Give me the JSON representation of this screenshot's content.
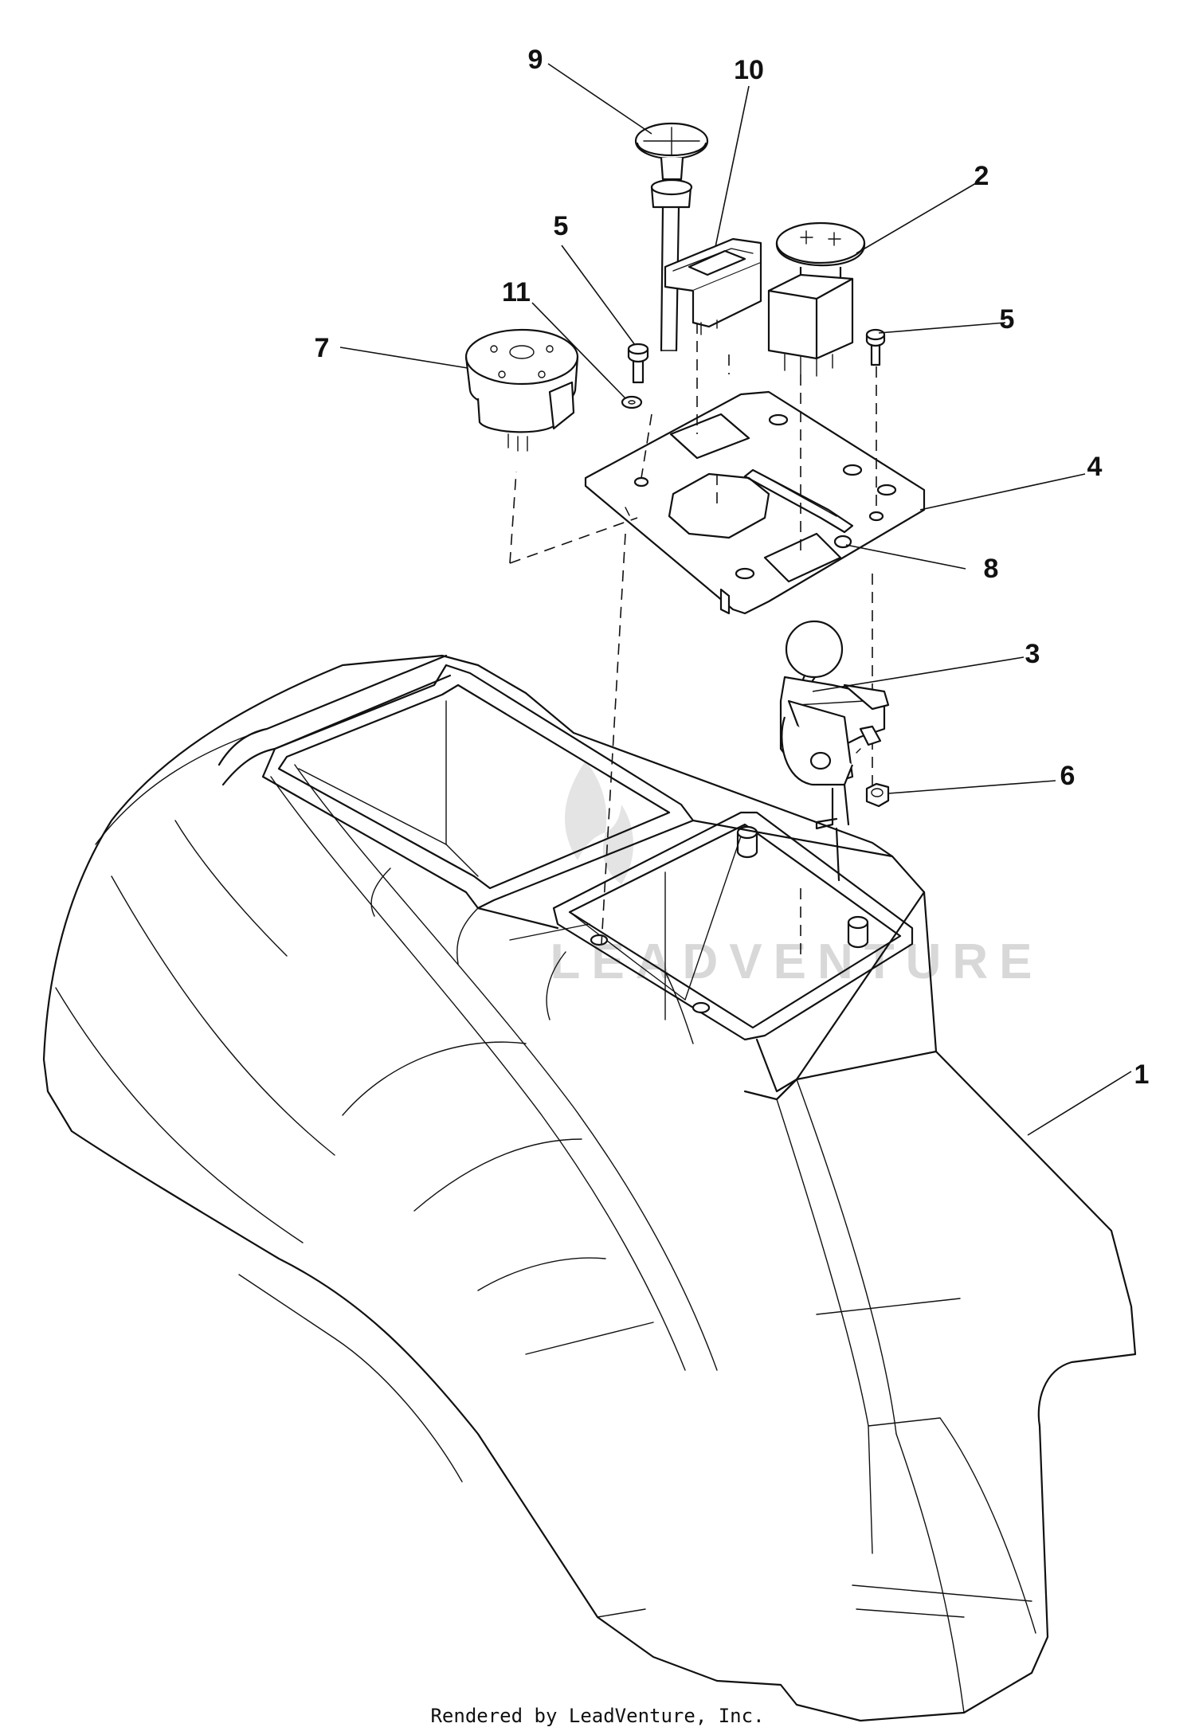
{
  "watermark": {
    "text": "LEADVENTURE"
  },
  "callouts": [
    {
      "label": "1",
      "part": "console-body"
    },
    {
      "label": "2",
      "part": "pto-switch"
    },
    {
      "label": "3",
      "part": "throttle-lever"
    },
    {
      "label": "4",
      "part": "control-panel-plate"
    },
    {
      "label": "5",
      "part": "screw-left"
    },
    {
      "label": "5",
      "part": "screw-right"
    },
    {
      "label": "6",
      "part": "nut"
    },
    {
      "label": "7",
      "part": "ignition-switch"
    },
    {
      "label": "8",
      "part": "slot-screw"
    },
    {
      "label": "9",
      "part": "choke-knob"
    },
    {
      "label": "10",
      "part": "rocker-switch"
    },
    {
      "label": "11",
      "part": "washer"
    }
  ],
  "footer": {
    "text": "Rendered by LeadVenture, Inc."
  },
  "colors": {
    "line": "#111111",
    "watermark": "#d8d8d8",
    "background": "#ffffff"
  }
}
